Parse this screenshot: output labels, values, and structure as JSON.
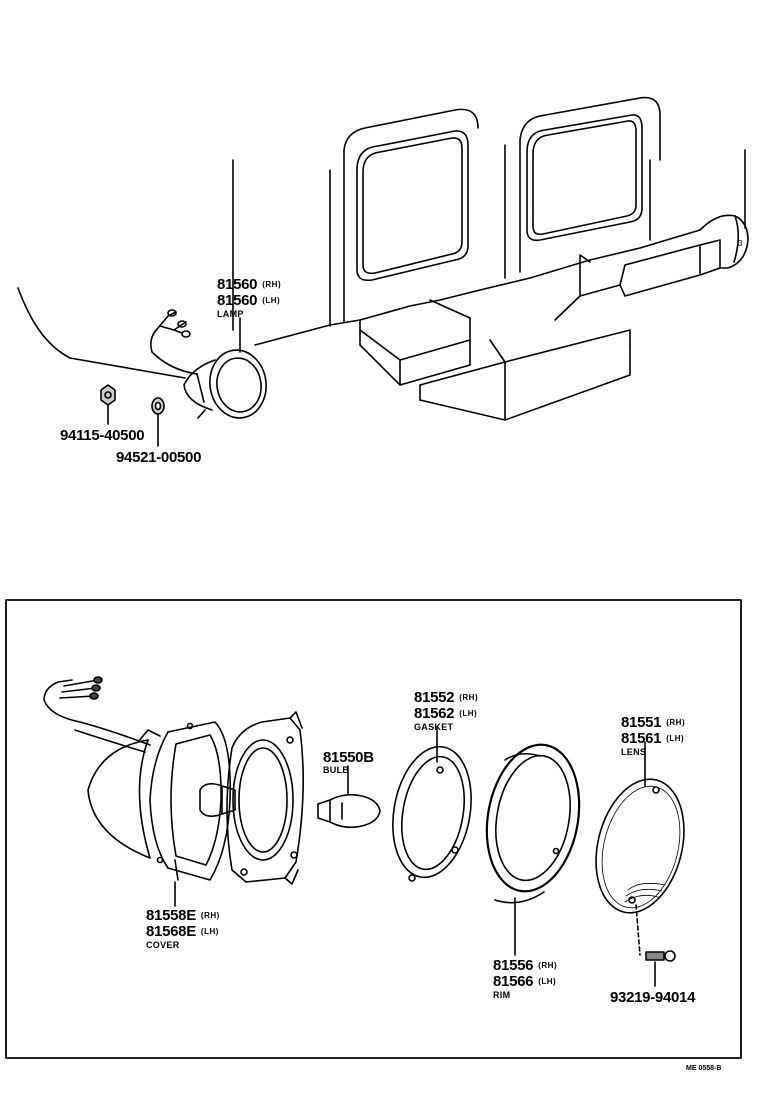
{
  "top_view": {
    "lamp": {
      "rh": "81560",
      "rh_side": "(RH)",
      "lh": "81560",
      "lh_side": "(LH)",
      "name": "LAMP"
    },
    "nut": "94115-40500",
    "washer": "94521-00500"
  },
  "exploded_view": {
    "cover": {
      "rh": "81558E",
      "rh_side": "(RH)",
      "lh": "81568E",
      "lh_side": "(LH)",
      "name": "COVER"
    },
    "bulb": {
      "part": "81550B",
      "name": "BULB"
    },
    "gasket": {
      "rh": "81552",
      "rh_side": "(RH)",
      "lh": "81562",
      "lh_side": "(LH)",
      "name": "GASKET"
    },
    "rim": {
      "rh": "81556",
      "rh_side": "(RH)",
      "lh": "81566",
      "lh_side": "(LH)",
      "name": "RIM"
    },
    "lens": {
      "rh": "81551",
      "rh_side": "(RH)",
      "lh": "81561",
      "lh_side": "(LH)",
      "name": "LENS"
    },
    "screw": "93219-94014"
  },
  "figure_ref": "ME 0558-B"
}
